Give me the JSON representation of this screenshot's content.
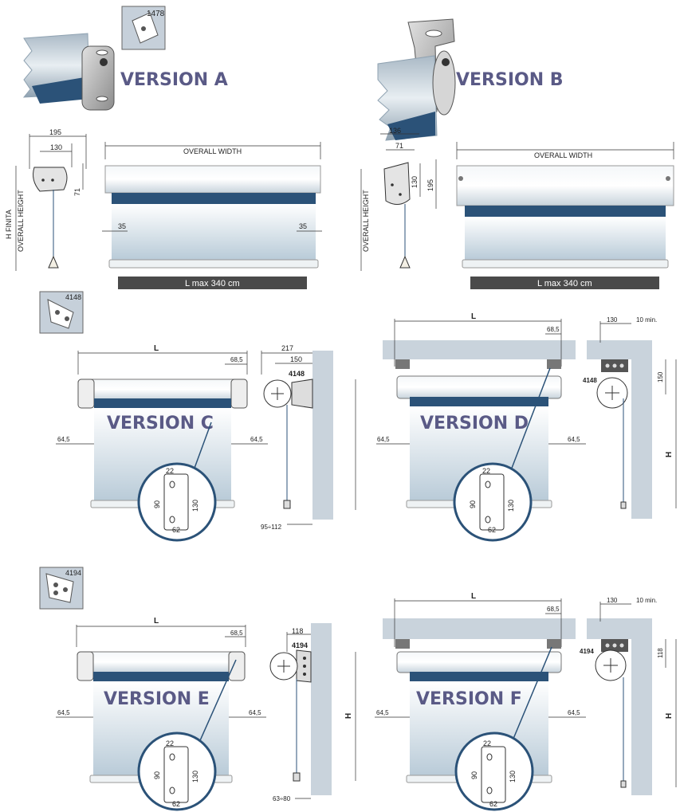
{
  "version_a": {
    "title": "VERSION A",
    "part_code": "1478",
    "dims": {
      "w195": "195",
      "w130": "130",
      "h71": "71",
      "side_left": "35",
      "side_right": "35"
    },
    "height_label_1": "H FINITA",
    "height_label_2": "OVERALL HEIGHT",
    "width_label": "OVERALL WIDTH",
    "lmax": "L max 340 cm"
  },
  "version_b": {
    "title": "VERSION B",
    "dims": {
      "w136": "136",
      "w71": "71",
      "h130": "130",
      "h195": "195"
    },
    "height_label": "OVERALL HEIGHT",
    "width_label": "OVERALL WIDTH",
    "lmax": "L max 340 cm"
  },
  "version_c": {
    "title": "VERSION C",
    "part_code": "4148",
    "dims": {
      "L": "L",
      "d68": "68,5",
      "left": "64,5",
      "right": "64,5",
      "d217": "217",
      "d150": "150",
      "bracket": "4148",
      "bottom": "95÷112"
    },
    "detail": {
      "d22": "22",
      "d90": "90",
      "d130": "130",
      "d62": "62"
    }
  },
  "version_d": {
    "title": "VERSION D",
    "dims": {
      "L": "L",
      "d68": "68,5",
      "left": "64,5",
      "right": "64,5",
      "d130": "130",
      "d10": "10 min.",
      "bracket": "4148",
      "d150": "150",
      "H": "H"
    },
    "detail": {
      "d22": "22",
      "d90": "90",
      "d130": "130",
      "d62": "62"
    }
  },
  "version_e": {
    "title": "VERSION E",
    "part_code": "4194",
    "dims": {
      "L": "L",
      "d68": "68,5",
      "left": "64,5",
      "right": "64,5",
      "d118": "118",
      "bracket": "4194",
      "H": "H",
      "bottom": "63÷80"
    },
    "detail": {
      "d22": "22",
      "d90": "90",
      "d130": "130",
      "d62": "62"
    }
  },
  "version_f": {
    "title": "VERSION F",
    "dims": {
      "L": "L",
      "d68": "68,5",
      "left": "64,5",
      "right": "64,5",
      "d130": "130",
      "d10": "10 min.",
      "bracket": "4194",
      "d118": "118",
      "H": "H"
    },
    "detail": {
      "d22": "22",
      "d90": "90",
      "d130": "130",
      "d62": "62"
    }
  },
  "colors": {
    "blue_band": "#2b5278",
    "title": "#5a5a86",
    "wall": "#c9d3dc",
    "lbar": "#4a4a4a"
  }
}
